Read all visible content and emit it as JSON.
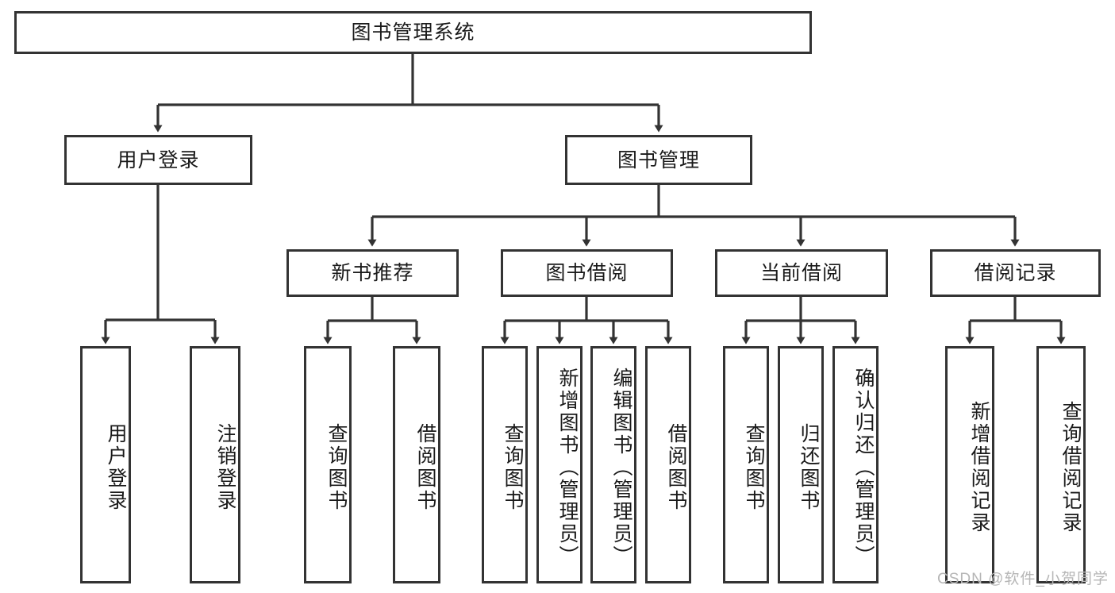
{
  "diagram": {
    "type": "tree-hierarchy-diagram",
    "title": "图书管理系统",
    "colors": {
      "box_border": "#333333",
      "box_fill": "#ffffff",
      "connector": "#333333",
      "text": "#1a1a1a",
      "watermark": "#b6b6b6",
      "background": "#ffffff"
    },
    "root": {
      "label": "图书管理系统"
    },
    "level2": [
      {
        "id": "user-login",
        "label": "用户登录"
      },
      {
        "id": "book-management",
        "label": "图书管理"
      }
    ],
    "level3": [
      {
        "id": "new-book-recommend",
        "label": "新书推荐",
        "parent": "book-management"
      },
      {
        "id": "book-borrow",
        "label": "图书借阅",
        "parent": "book-management"
      },
      {
        "id": "current-borrow",
        "label": "当前借阅",
        "parent": "book-management"
      },
      {
        "id": "borrow-record",
        "label": "借阅记录",
        "parent": "book-management"
      }
    ],
    "leaves": [
      {
        "id": "leaf-user-login",
        "label": "用户登录",
        "parent": "user-login"
      },
      {
        "id": "leaf-logout-login",
        "label": "注销登录",
        "parent": "user-login"
      },
      {
        "id": "leaf-query-book-1",
        "label": "查询图书",
        "parent": "new-book-recommend"
      },
      {
        "id": "leaf-borrow-book-1",
        "label": "借阅图书",
        "parent": "new-book-recommend"
      },
      {
        "id": "leaf-query-book-2",
        "label": "查询图书",
        "parent": "book-borrow"
      },
      {
        "id": "leaf-add-book",
        "label": "新增图书（管理员）",
        "parent": "book-borrow"
      },
      {
        "id": "leaf-edit-book",
        "label": "编辑图书（管理员）",
        "parent": "book-borrow"
      },
      {
        "id": "leaf-borrow-book-2",
        "label": "借阅图书",
        "parent": "book-borrow"
      },
      {
        "id": "leaf-query-book-3",
        "label": "查询图书",
        "parent": "current-borrow"
      },
      {
        "id": "leaf-return-book",
        "label": "归还图书",
        "parent": "current-borrow"
      },
      {
        "id": "leaf-confirm-return",
        "label": "确认归还（管理员）",
        "parent": "current-borrow"
      },
      {
        "id": "leaf-add-record",
        "label": "新增借阅记录",
        "parent": "borrow-record"
      },
      {
        "id": "leaf-query-record",
        "label": "查询借阅记录",
        "parent": "borrow-record"
      }
    ]
  },
  "watermark": {
    "text": "CSDN @软件_小贺同学"
  }
}
